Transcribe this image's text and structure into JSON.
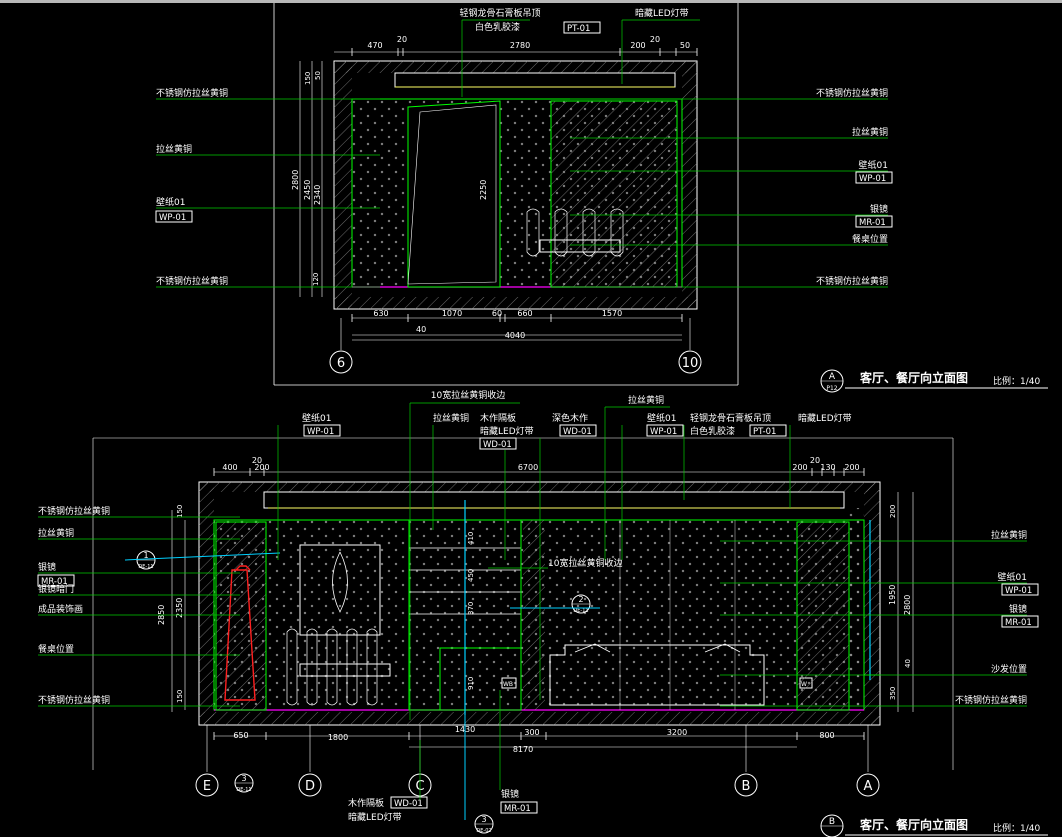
{
  "colors": {
    "background": "#000000",
    "leader": "#00cc00",
    "wall": "#ffffff",
    "dimension": "#ffffff",
    "label_text": "#ffffff",
    "wall_outline": "#00ff00",
    "floor_line": "#ff00ff",
    "red_object": "#ff2020",
    "hatch": "#a0a0a0",
    "cyan": "#00d0ff"
  },
  "top_elevation": {
    "title": "客厅、餐厅向立面图",
    "scale": "比例：1/40",
    "symbol_letter": "A",
    "symbol_ref": "P12",
    "callouts_top": [
      {
        "line1": "轻钢龙骨石膏板吊顶",
        "line2": "白色乳胶漆",
        "code": "PT-01"
      },
      {
        "line1": "暗藏LED灯带",
        "line2": "",
        "code": ""
      }
    ],
    "left_labels": [
      {
        "text": "不锈钢仿拉丝黄铜",
        "code": ""
      },
      {
        "text": "拉丝黄铜",
        "code": ""
      },
      {
        "text": "壁纸01",
        "code": "WP-01"
      },
      {
        "text": "不锈钢仿拉丝黄铜",
        "code": ""
      }
    ],
    "right_labels": [
      {
        "text": "不锈钢仿拉丝黄铜",
        "code": ""
      },
      {
        "text": "拉丝黄铜",
        "code": ""
      },
      {
        "text": "壁纸01",
        "code": "WP-01"
      },
      {
        "text": "银镜",
        "code": "MR-01"
      },
      {
        "text": "餐桌位置",
        "code": ""
      },
      {
        "text": "不锈钢仿拉丝黄铜",
        "code": ""
      }
    ],
    "dims_top": [
      "470",
      "20",
      "2780",
      "200",
      "20",
      "50"
    ],
    "dims_bottom": [
      "630",
      "1070",
      "60",
      "660",
      "1570"
    ],
    "dim_40": "40",
    "dim_total": "4040",
    "dims_vertical": [
      "2800",
      "2450",
      "2340",
      "150",
      "120",
      "50"
    ],
    "door_height": "2250",
    "axes": [
      "6",
      "10"
    ]
  },
  "bottom_elevation": {
    "title": "客厅、餐厅向立面图",
    "scale": "比例：1/40",
    "symbol_letter": "B",
    "callouts_top": [
      {
        "line1": "10宽拉丝黄铜收边",
        "line2": "",
        "code": ""
      },
      {
        "line1": "拉丝黄铜",
        "line2": "",
        "code": ""
      },
      {
        "line1": "木作隔板",
        "line2": "暗藏LED灯带",
        "code": "WD-01"
      },
      {
        "line1": "深色木作",
        "line2": "",
        "code": "WD-01"
      },
      {
        "line1": "拉丝黄铜",
        "line2": "",
        "code": ""
      },
      {
        "line1": "壁纸01",
        "line2": "",
        "code": "WP-01"
      },
      {
        "line1": "轻钢龙骨石膏板吊顶",
        "line2": "白色乳胶漆",
        "code": "PT-01"
      },
      {
        "line1": "暗藏LED灯带",
        "line2": "",
        "code": ""
      },
      {
        "line1": "壁纸01",
        "line2": "",
        "code": "WP-01"
      }
    ],
    "left_labels": [
      {
        "text": "不锈钢仿拉丝黄铜",
        "code": ""
      },
      {
        "text": "拉丝黄铜",
        "code": ""
      },
      {
        "text": "银镜",
        "code": "MR-01"
      },
      {
        "text": "银镜暗门",
        "code": ""
      },
      {
        "text": "成品装饰画",
        "code": ""
      },
      {
        "text": "餐桌位置",
        "code": ""
      },
      {
        "text": "不锈钢仿拉丝黄铜",
        "code": ""
      }
    ],
    "right_labels": [
      {
        "text": "拉丝黄铜",
        "code": ""
      },
      {
        "text": "壁纸01",
        "code": "WP-01"
      },
      {
        "text": "银镜",
        "code": "MR-01"
      },
      {
        "text": "沙发位置",
        "code": ""
      },
      {
        "text": "不锈钢仿拉丝黄铜",
        "code": ""
      }
    ],
    "mid_label": "10宽拉丝黄铜收边",
    "bottom_callouts": [
      {
        "line1": "木作隔板",
        "line2": "暗藏LED灯带",
        "code": "WD-01"
      },
      {
        "line1": "银镜",
        "line2": "",
        "code": "MR-01"
      }
    ],
    "dims_top": [
      "400",
      "20",
      "200",
      "6700",
      "200",
      "20",
      "130",
      "200"
    ],
    "dims_bottom": [
      "650",
      "1800",
      "1430",
      "300",
      "3200",
      "800"
    ],
    "dim_sub": "8170",
    "dims_vertical_left": [
      "2850",
      "2350",
      "150",
      "150"
    ],
    "dims_vertical_right": [
      "200",
      "2800",
      "1950",
      "40",
      "350"
    ],
    "shelf_dims": [
      "410",
      "450",
      "370",
      "910"
    ],
    "axes": [
      "E",
      "D",
      "C",
      "B",
      "A"
    ],
    "section_marks": [
      {
        "num": "1",
        "ref": "DE-11"
      },
      {
        "num": "2",
        "ref": "DE-11"
      },
      {
        "num": "3",
        "ref": "DE-11"
      },
      {
        "num": "3",
        "ref": "DE-02"
      }
    ],
    "small_tags": [
      "WB",
      "W"
    ]
  }
}
